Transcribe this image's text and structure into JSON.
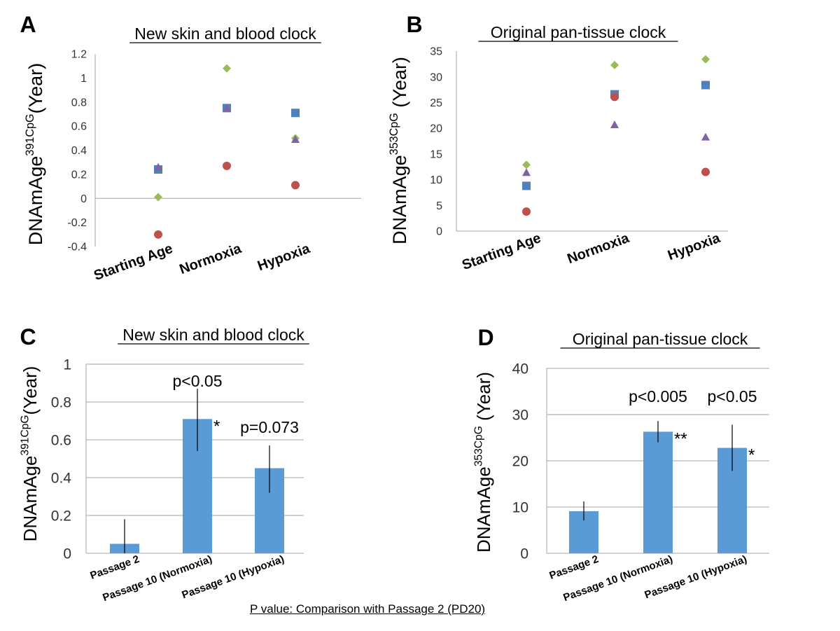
{
  "footnote": "P value: Comparison with Passage 2 (PD20)",
  "chart_data": [
    {
      "panel": "A",
      "type": "scatter",
      "title": "New skin and blood clock",
      "ylabel": "DNAmAge",
      "ylabel_sup": "391CpG",
      "ylabel_suffix": "(Year)",
      "categories": [
        "Starting Age",
        "Normoxia",
        "Hypoxia"
      ],
      "ylim": [
        -0.4,
        1.2
      ],
      "yticks": [
        -0.4,
        -0.2,
        0,
        0.2,
        0.4,
        0.6,
        0.8,
        1,
        1.2
      ],
      "ytick_labels": [
        "-0.4",
        "-0.2",
        "0",
        "0.2",
        "0.4",
        "0.6",
        "0.8",
        "1",
        "1.2"
      ],
      "grid": false,
      "series": [
        {
          "marker": "diamond",
          "color": "#9BBB59",
          "values": [
            0.01,
            1.08,
            0.5
          ]
        },
        {
          "marker": "square",
          "color": "#4F81BD",
          "values": [
            0.24,
            0.75,
            0.71
          ]
        },
        {
          "marker": "circle",
          "color": "#C0504D",
          "values": [
            -0.3,
            0.27,
            0.11
          ]
        },
        {
          "marker": "triangle",
          "color": "#8064A2",
          "values": [
            0.26,
            0.75,
            0.49
          ]
        }
      ]
    },
    {
      "panel": "B",
      "type": "scatter",
      "title": "Original pan-tissue clock",
      "ylabel": "DNAmAge",
      "ylabel_sup": "353CpG",
      "ylabel_suffix": " (Year)",
      "categories": [
        "Starting Age",
        "Normoxia",
        "Hypoxia"
      ],
      "ylim": [
        0,
        35
      ],
      "yticks": [
        0,
        5,
        10,
        15,
        20,
        25,
        30,
        35
      ],
      "ytick_labels": [
        "0",
        "5",
        "10",
        "15",
        "20",
        "25",
        "30",
        "35"
      ],
      "grid": false,
      "series": [
        {
          "marker": "diamond",
          "color": "#9BBB59",
          "values": [
            12.9,
            32.3,
            33.4
          ]
        },
        {
          "marker": "triangle",
          "color": "#8064A2",
          "values": [
            11.4,
            20.7,
            18.3
          ]
        },
        {
          "marker": "square",
          "color": "#4F81BD",
          "values": [
            8.8,
            26.6,
            28.4
          ]
        },
        {
          "marker": "circle",
          "color": "#C0504D",
          "values": [
            3.8,
            26.1,
            11.5
          ]
        }
      ]
    },
    {
      "panel": "C",
      "type": "bar",
      "title": "New skin and blood clock",
      "ylabel": "DNAmAge",
      "ylabel_sup": "391CpG",
      "ylabel_suffix": "(Year)",
      "categories": [
        "Passage 2",
        "Passage 10 (Normoxia)",
        "Passage 10 (Hypoxia)"
      ],
      "values": [
        0.05,
        0.71,
        0.45
      ],
      "error_low": [
        0.0,
        0.54,
        0.32
      ],
      "error_high": [
        0.18,
        0.87,
        0.57
      ],
      "ylim": [
        0,
        1
      ],
      "yticks": [
        0,
        0.2,
        0.4,
        0.6,
        0.8,
        1
      ],
      "ytick_labels": [
        "0",
        "0.2",
        "0.4",
        "0.6",
        "0.8",
        "1"
      ],
      "grid": true,
      "bar_color": "#5B9BD5",
      "pvalue_labels": [
        "",
        "p<0.05",
        "p=0.073"
      ],
      "star_labels": [
        "",
        "*",
        ""
      ]
    },
    {
      "panel": "D",
      "type": "bar",
      "title": "Original pan-tissue clock",
      "ylabel": "DNAmAge",
      "ylabel_sup": "353CpG",
      "ylabel_suffix": " (Year)",
      "categories": [
        "Passage 2",
        "Passage 10 (Normoxia)",
        "Passage 10 (Hypoxia)"
      ],
      "values": [
        9.1,
        26.3,
        22.8
      ],
      "error_low": [
        7.1,
        24.0,
        17.8
      ],
      "error_high": [
        11.2,
        28.6,
        27.8
      ],
      "ylim": [
        0,
        40
      ],
      "yticks": [
        0,
        10,
        20,
        30,
        40
      ],
      "ytick_labels": [
        "0",
        "10",
        "20",
        "30",
        "40"
      ],
      "grid": true,
      "bar_color": "#5B9BD5",
      "pvalue_labels": [
        "",
        "p<0.005",
        "p<0.05"
      ],
      "star_labels": [
        "",
        "**",
        "*"
      ]
    }
  ]
}
